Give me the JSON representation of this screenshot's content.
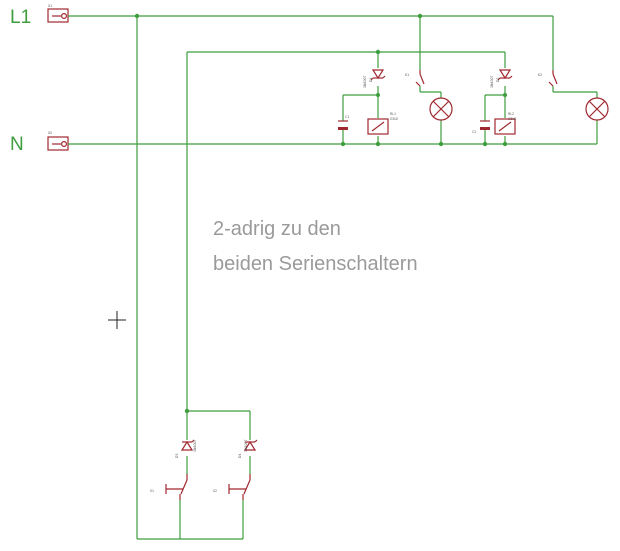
{
  "rails": {
    "l1": {
      "label": "L1",
      "tag": "X1"
    },
    "n": {
      "label": "N",
      "tag": "X2"
    }
  },
  "note": {
    "line1": "2-adrig zu den",
    "line2": "beiden Serienschaltern"
  },
  "parts": {
    "rl1": {
      "ref": "RL1",
      "val": "G5LE"
    },
    "rl2": {
      "ref": "RL2",
      "val": "G5LE"
    },
    "c1": {
      "ref": "C1"
    },
    "c2": {
      "ref": "C2"
    },
    "d1": {
      "ref": "D1",
      "val": "1N4007"
    },
    "d2": {
      "ref": "D2",
      "val": "1N4007"
    },
    "d3": {
      "ref": "D3",
      "val": "1N4007"
    },
    "d4": {
      "ref": "D4",
      "val": "1N4007"
    },
    "k1": {
      "ref": "K1"
    },
    "k2": {
      "ref": "K2"
    },
    "s1": {
      "ref": "S1"
    },
    "s2": {
      "ref": "S2"
    }
  },
  "colors": {
    "net": "#3e9e3e",
    "part": "#a0282f",
    "text": "#9a9a9a"
  }
}
